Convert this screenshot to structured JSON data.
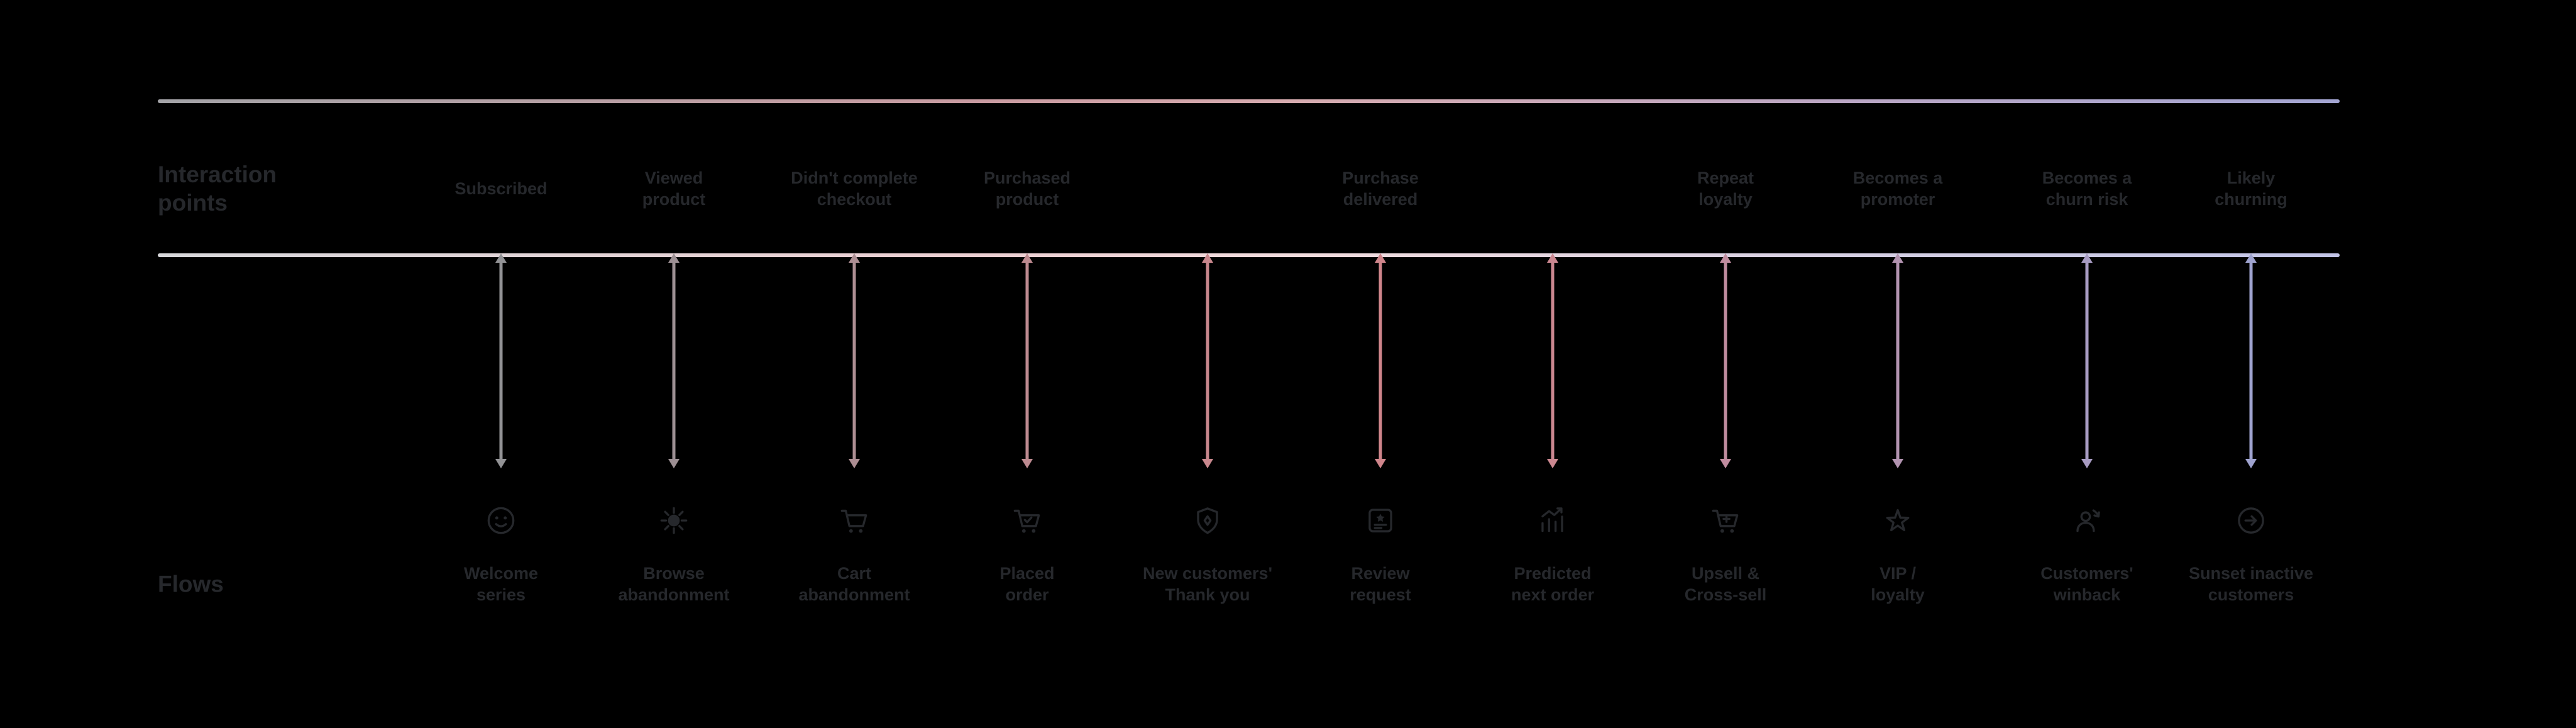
{
  "diagram": {
    "background_color": "#000000",
    "text_color": "#26282c",
    "headers": {
      "interaction_points_lines": [
        "Interaction",
        "points"
      ],
      "flows": "Flows"
    },
    "timeline": {
      "top_line_gradient": [
        "#a3a3a7",
        "#d6abaf",
        "#a3a5d2"
      ],
      "axis_line_gradient": [
        "#d8d8db",
        "#f2dcde",
        "#c2c4e6"
      ]
    },
    "columns": [
      {
        "interaction_lines": [
          "Subscribed"
        ],
        "flow_lines": [
          "Welcome",
          "series"
        ],
        "icon": "smiley-face-icon",
        "color": "#929295"
      },
      {
        "interaction_lines": [
          "Viewed",
          "product"
        ],
        "flow_lines": [
          "Browse",
          "abandonment"
        ],
        "icon": "browse-gear-icon",
        "color": "#9d9094"
      },
      {
        "interaction_lines": [
          "Didn't complete",
          "checkout"
        ],
        "flow_lines": [
          "Cart",
          "abandonment"
        ],
        "icon": "cart-icon",
        "color": "#ad8e93"
      },
      {
        "interaction_lines": [
          "Purchased",
          "product"
        ],
        "flow_lines": [
          "Placed",
          "order"
        ],
        "icon": "cart-check-icon",
        "color": "#bd8a90"
      },
      {
        "interaction_lines": [],
        "flow_lines": [
          "New customers'",
          "Thank you"
        ],
        "icon": "heart-badge-icon",
        "color": "#c8878d"
      },
      {
        "interaction_lines": [
          "Purchase",
          "delivered"
        ],
        "flow_lines": [
          "Review",
          "request"
        ],
        "icon": "review-card-icon",
        "color": "#cf858b"
      },
      {
        "interaction_lines": [],
        "flow_lines": [
          "Predicted",
          "next order"
        ],
        "icon": "trend-chart-icon",
        "color": "#cb8790"
      },
      {
        "interaction_lines": [
          "Repeat",
          "loyalty"
        ],
        "flow_lines": [
          "Upsell &",
          "Cross-sell"
        ],
        "icon": "cart-plus-icon",
        "color": "#c08c9f"
      },
      {
        "interaction_lines": [
          "Becomes a",
          "promoter"
        ],
        "flow_lines": [
          "VIP /",
          "loyalty"
        ],
        "icon": "star-icon",
        "color": "#b293b0"
      },
      {
        "interaction_lines": [
          "Becomes a",
          "churn risk"
        ],
        "flow_lines": [
          "Customers'",
          "winback"
        ],
        "icon": "winback-person-icon",
        "color": "#a79bc2"
      },
      {
        "interaction_lines": [
          "Likely",
          "churning"
        ],
        "flow_lines": [
          "Sunset inactive",
          "customers"
        ],
        "icon": "send-arrow-icon",
        "color": "#9fa3cf"
      }
    ]
  }
}
